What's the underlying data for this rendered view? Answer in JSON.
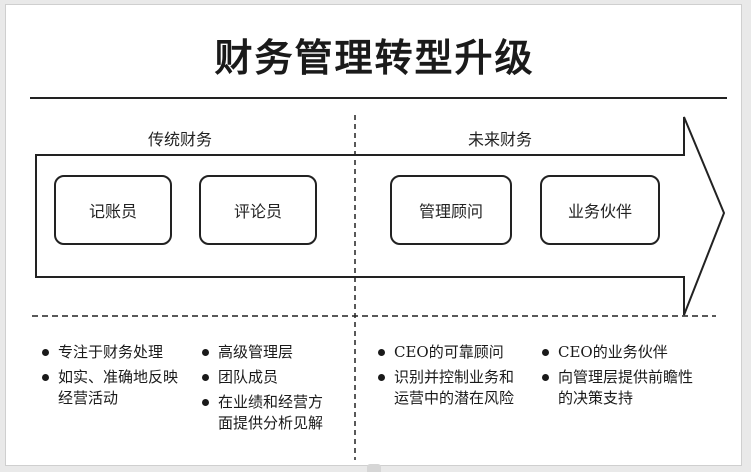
{
  "title": "财务管理转型升级",
  "sections": {
    "traditional": "传统财务",
    "future": "未来财务"
  },
  "roles": [
    "记账员",
    "评论员",
    "管理顾问",
    "业务伙伴"
  ],
  "bullets": {
    "col1": [
      "专注于财务处理",
      "如实、准确地反映经营活动"
    ],
    "col2": [
      "高级管理层",
      "团队成员",
      "在业绩和经营方面提供分析见解"
    ],
    "col3": [
      "CEO的可靠顾问",
      "识别并控制业务和运营中的潜在风险"
    ],
    "col4": [
      "CEO的业务伙伴",
      "向管理层提供前瞻性的决策支持"
    ]
  },
  "colors": {
    "stroke": "#222222",
    "background": "#ffffff"
  }
}
